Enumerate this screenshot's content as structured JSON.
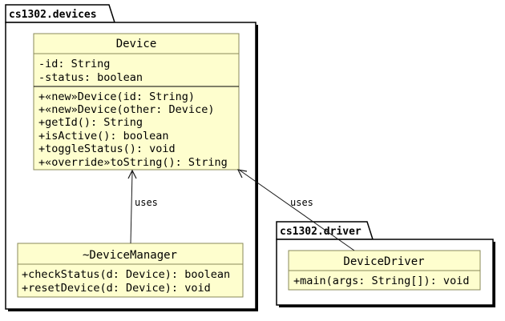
{
  "packages": {
    "devices": {
      "label": "cs1302.devices"
    },
    "driver": {
      "label": "cs1302.driver"
    }
  },
  "classes": {
    "device": {
      "name": "Device",
      "fields": [
        "-id: String",
        "-status: boolean"
      ],
      "methods": [
        "+«new»Device(id: String)",
        "+«new»Device(other: Device)",
        "+getId(): String",
        "+isActive(): boolean",
        "+toggleStatus(): void",
        "+«override»toString(): String"
      ]
    },
    "device_manager": {
      "name": "~DeviceManager",
      "methods": [
        "+checkStatus(d: Device): boolean",
        "+resetDevice(d: Device): void"
      ]
    },
    "device_driver": {
      "name": "DeviceDriver",
      "methods": [
        "+main(args: String[]): void"
      ]
    }
  },
  "relations": [
    {
      "from": "~DeviceManager",
      "to": "Device",
      "label": "uses"
    },
    {
      "from": "DeviceDriver",
      "to": "Device",
      "label": "uses"
    }
  ]
}
